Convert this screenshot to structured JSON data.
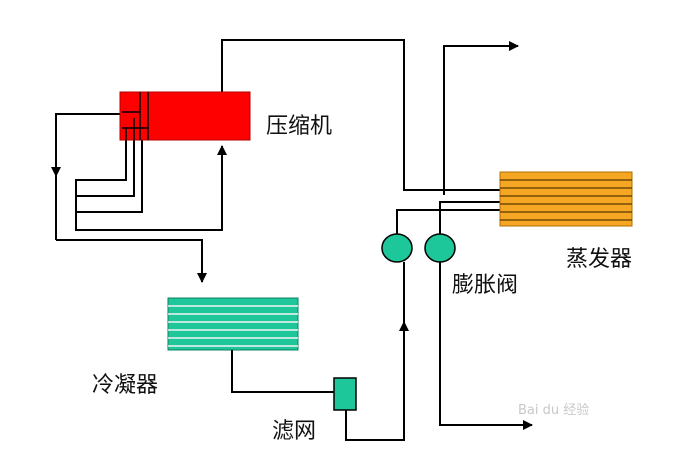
{
  "labels": {
    "compressor": "压缩机",
    "evaporator": "蒸发器",
    "expansion_valve": "膨胀阀",
    "condenser": "冷凝器",
    "filter": "滤网"
  },
  "watermark": "Bai du 经验",
  "colors": {
    "compressor": "#ff0000",
    "evaporator": "#f5a623",
    "condenser": "#1ec79a",
    "filter": "#1ec79a",
    "expansion_valve": "#1ec79a",
    "pipe": "#000000"
  }
}
